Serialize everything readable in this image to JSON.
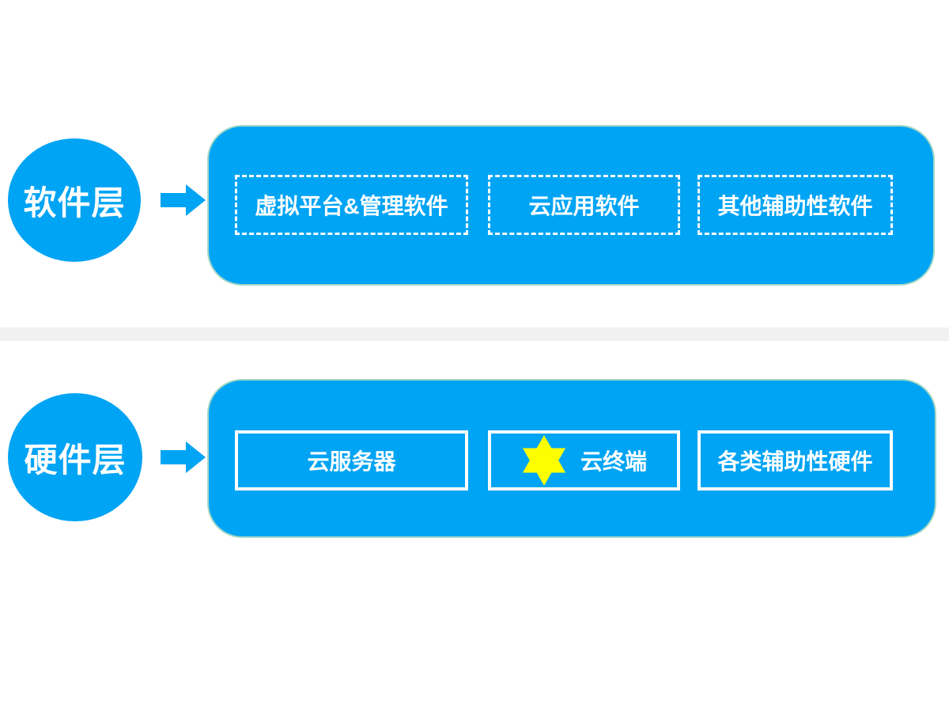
{
  "colors": {
    "primary_blue": "#00A4F4",
    "panel_border": "#A5D8C6",
    "star_yellow": "#FDFF00",
    "divider_gray": "#F1F1F1",
    "text_white": "#FFFFFF"
  },
  "software": {
    "circle_label": "软件层",
    "items": [
      {
        "label": "虚拟平台&管理软件"
      },
      {
        "label": "云应用软件"
      },
      {
        "label": "其他辅助性软件"
      }
    ]
  },
  "hardware": {
    "circle_label": "硬件层",
    "items": [
      {
        "label": "云服务器"
      },
      {
        "label": "云终端",
        "icon": "six-pointed-star"
      },
      {
        "label": "各类辅助性硬件"
      }
    ]
  }
}
